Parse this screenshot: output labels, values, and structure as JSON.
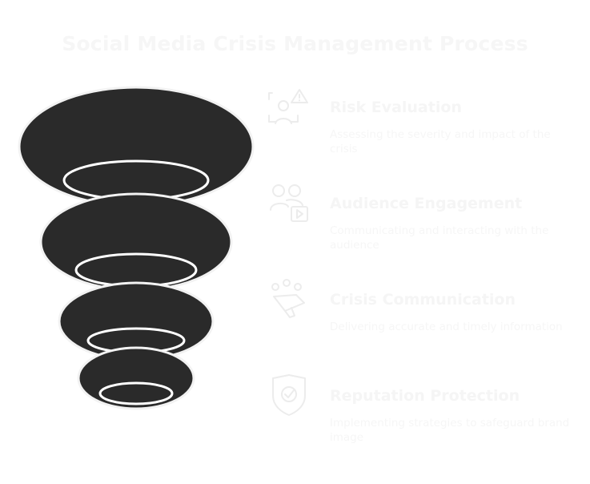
{
  "title": "Social Media Crisis Management Process",
  "colors": {
    "layer_fill": "#2a2a2a",
    "outline": "#ffffff",
    "faint_text": "#f5f5f5",
    "faint_icon": "#eeeeee"
  },
  "steps": [
    {
      "title": "Risk Evaluation",
      "description": "Assessing the severity and impact of the crisis",
      "icon": "risk-assessment-icon"
    },
    {
      "title": "Audience Engagement",
      "description": "Communicating and interacting with the audience",
      "icon": "audience-video-icon"
    },
    {
      "title": "Crisis Communication",
      "description": "Delivering accurate and timely information",
      "icon": "megaphone-icon"
    },
    {
      "title": "Reputation Protection",
      "description": "Implementing strategies to safeguard brand image",
      "icon": "shield-check-icon"
    }
  ]
}
